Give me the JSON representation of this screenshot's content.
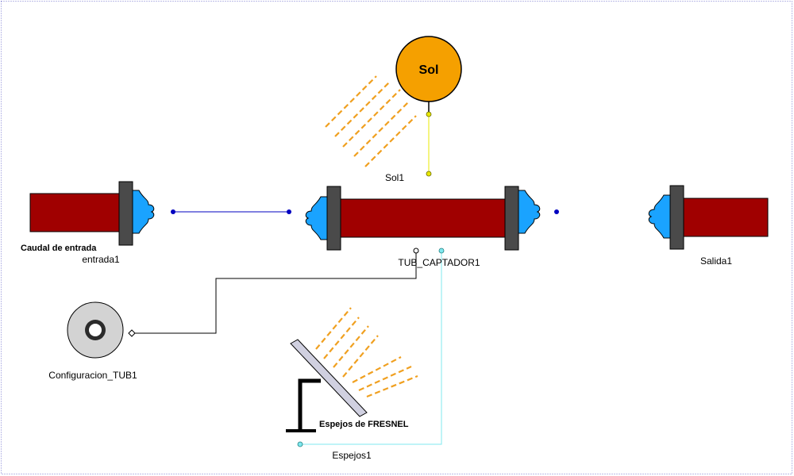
{
  "colors": {
    "pipe": "#a00000",
    "flange": "#4a4a4a",
    "fluid_port": "#1aa3ff",
    "sun": "#f5a000",
    "rays": "#f0a020",
    "wire_fluid": "#0000c0",
    "wire_sun": "#e8e800",
    "wire_mirror": "#7fe8ef",
    "wire_config": "#000000",
    "border": "#7a7ad0"
  },
  "components": {
    "sun": {
      "icon": "sun-icon",
      "text": "Sol",
      "label": "Sol1"
    },
    "inlet": {
      "icon": "pipe-inlet-icon",
      "caption": "Caudal de entrada",
      "label": "entrada1"
    },
    "collector": {
      "icon": "collector-tube-icon",
      "label": "TUB_CAPTADOR1"
    },
    "outlet": {
      "icon": "pipe-outlet-icon",
      "label": "Salida1"
    },
    "config": {
      "icon": "disc-config-icon",
      "label": "Configuracion_TUB1"
    },
    "mirrors": {
      "icon": "fresnel-mirror-icon",
      "caption": "Espejos de FRESNEL",
      "label": "Espejos1"
    }
  }
}
